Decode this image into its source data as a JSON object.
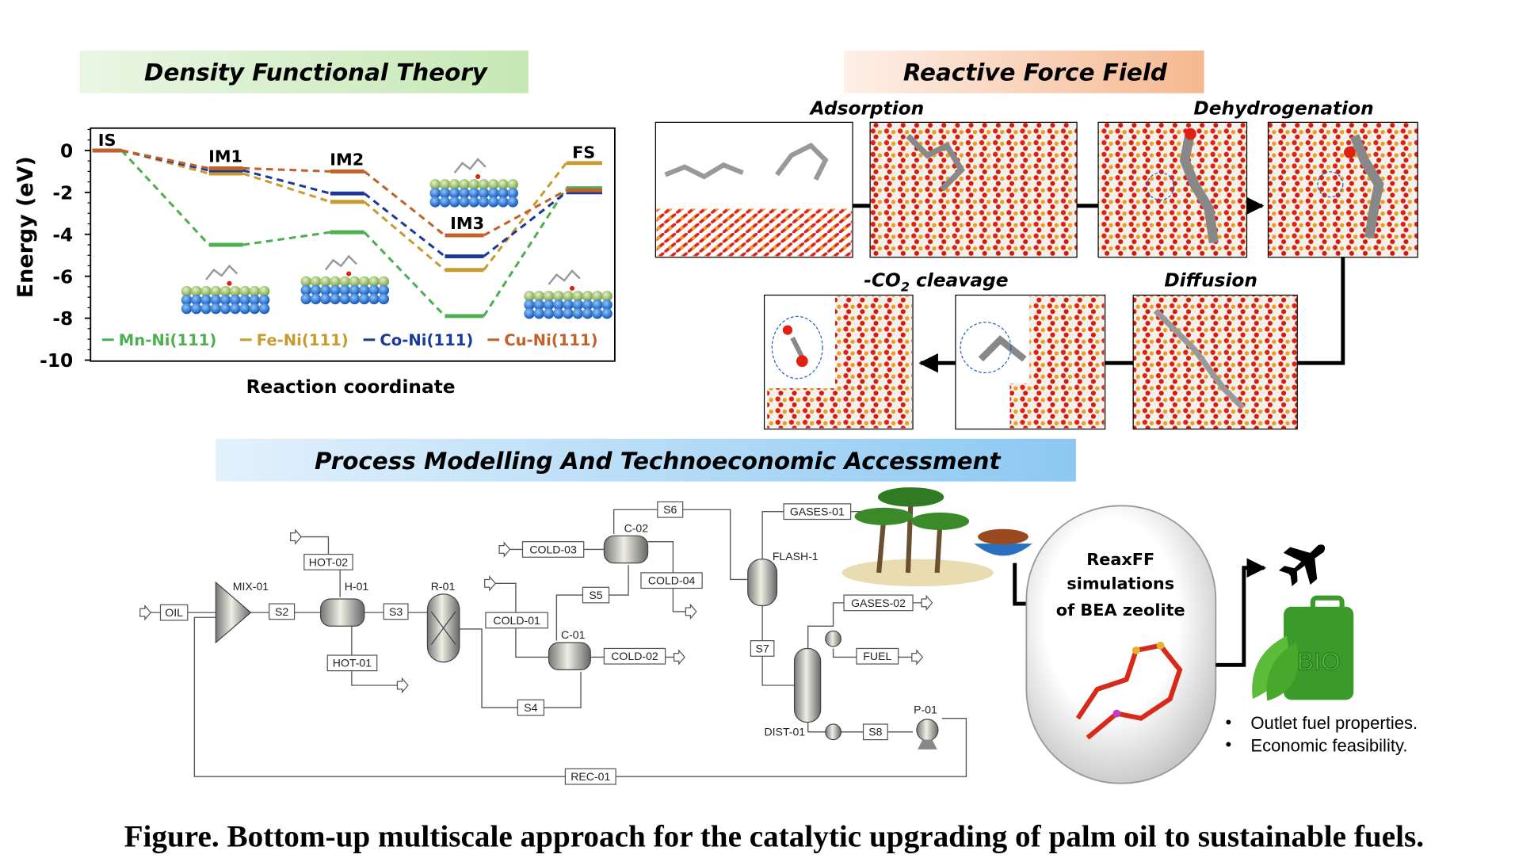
{
  "sections": {
    "dft": "Density Functional Theory",
    "reaxff": "Reactive Force Field",
    "process": "Process Modelling And Technoeconomic Accessment"
  },
  "reaxff_steps": {
    "adsorption": "Adsorption",
    "dehydrogenation": "Dehydrogenation",
    "diffusion": "Diffusion",
    "co2_cleavage_prefix": "-CO",
    "co2_cleavage_sub": "2",
    "co2_cleavage_suffix": " cleavage"
  },
  "chart_data": {
    "type": "line",
    "ylabel": "Energy (eV)",
    "xlabel": "Reaction coordinate",
    "ylim": [
      -10,
      1
    ],
    "yticks": [
      "0",
      "-2",
      "-4",
      "-6",
      "-8",
      "-10"
    ],
    "categories": [
      "IS",
      "IM1",
      "IM2",
      "IM3",
      "FS"
    ],
    "legend_position": "bottom",
    "series": [
      {
        "name": "Mn-Ni(111)",
        "color": "#4caf50",
        "values": [
          0,
          -4.5,
          -3.9,
          -7.9,
          -1.8
        ]
      },
      {
        "name": "Fe-Ni(111)",
        "color": "#c99a2e",
        "values": [
          0,
          -1.1,
          -2.45,
          -5.7,
          -0.6
        ]
      },
      {
        "name": "Co-Ni(111)",
        "color": "#1a3a9a",
        "values": [
          0,
          -0.95,
          -2.05,
          -5.05,
          -2.0
        ]
      },
      {
        "name": "Cu-Ni(111)",
        "color": "#c0622a",
        "values": [
          0,
          -0.85,
          -1.0,
          -4.05,
          -1.9
        ]
      }
    ]
  },
  "flowsheet": {
    "streams": [
      "OIL",
      "S2",
      "S3",
      "HOT-02",
      "HOT-01",
      "COLD-03",
      "COLD-01",
      "COLD-02",
      "COLD-04",
      "S5",
      "S6",
      "S4",
      "GASES-01",
      "GASES-02",
      "FUEL",
      "S7",
      "S8",
      "REC-01"
    ],
    "units": [
      "MIX-01",
      "H-01",
      "R-01",
      "C-01",
      "C-02",
      "FLASH-1",
      "DIST-01",
      "P-01"
    ]
  },
  "reaxff_capsule": [
    "ReaxFF",
    "simulations",
    "of BEA zeolite"
  ],
  "bio_label": "BIO",
  "outcomes": [
    "Outlet fuel properties.",
    "Economic feasibility."
  ],
  "caption": "Figure. Bottom-up multiscale approach for the catalytic upgrading of palm oil to sustainable fuels."
}
